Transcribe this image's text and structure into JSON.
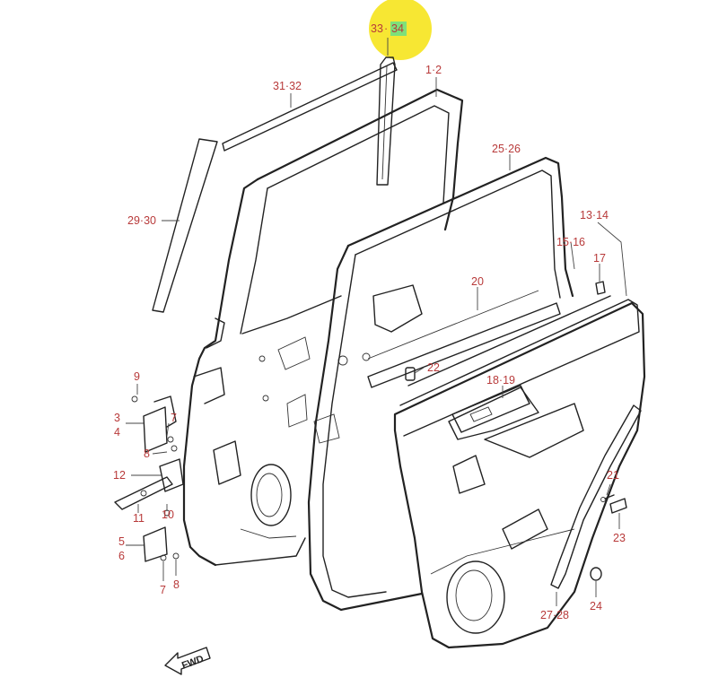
{
  "colors": {
    "label": "#b83a3a",
    "line": "#222222",
    "highlight": "#f7e733",
    "highlight_text_bg": "#7ee07a"
  },
  "highlighted_part": "34",
  "labels": {
    "p33": "33",
    "dot_33_34": "·",
    "p34": "34",
    "p31_32": "31·32",
    "p1_2": "1·2",
    "p25_26": "25·26",
    "p29_30": "29·30",
    "p13_14": "13·14",
    "p15_16": "15·16",
    "p17": "17",
    "p20": "20",
    "p22": "22",
    "p18_19": "18·19",
    "p9": "9",
    "p3": "3",
    "p4": "4",
    "p7a": "7",
    "p8a": "8",
    "p12": "12",
    "p10": "10",
    "p11": "11",
    "p5": "5",
    "p6": "6",
    "p7b": "7",
    "p8b": "8",
    "p21": "21",
    "p23": "23",
    "p24": "24",
    "p27_28": "27·28",
    "fwd": "FWD"
  }
}
